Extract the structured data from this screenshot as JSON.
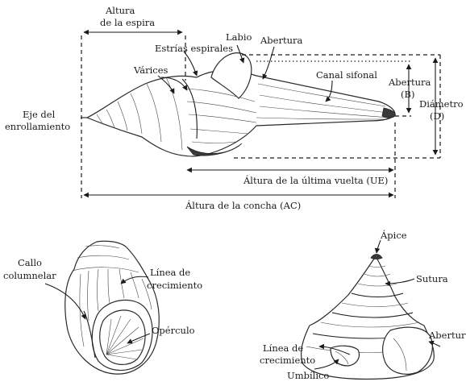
{
  "top_figure": {
    "labels": {
      "spire_height": "Altura\nde la espira",
      "spiral_striae": "Estrías espirales",
      "lip": "Labio",
      "aperture": "Abertura",
      "varices": "Várices",
      "siphonal_canal": "Canal sifonal",
      "aperture_b": "Abertura\n(B)",
      "diameter": "Diámetro\n(D)",
      "coiling_axis": "Eje del\nenrollamiento",
      "last_whorl_height": "Áltura de la última vuelta (UE)",
      "shell_height": "Áltura de la concha (AC)"
    }
  },
  "bottom_left_figure": {
    "labels": {
      "columellar_callus": "Callo\ncolumnelar",
      "growth_line": "Línea de\ncrecimiento",
      "operculum": "Opérculo"
    }
  },
  "bottom_right_figure": {
    "labels": {
      "apex": "Ápice",
      "suture": "Sutura",
      "aperture": "Abertura",
      "growth_line": "Línea de\ncrecimiento",
      "umbilicus": "Umbílico"
    }
  }
}
